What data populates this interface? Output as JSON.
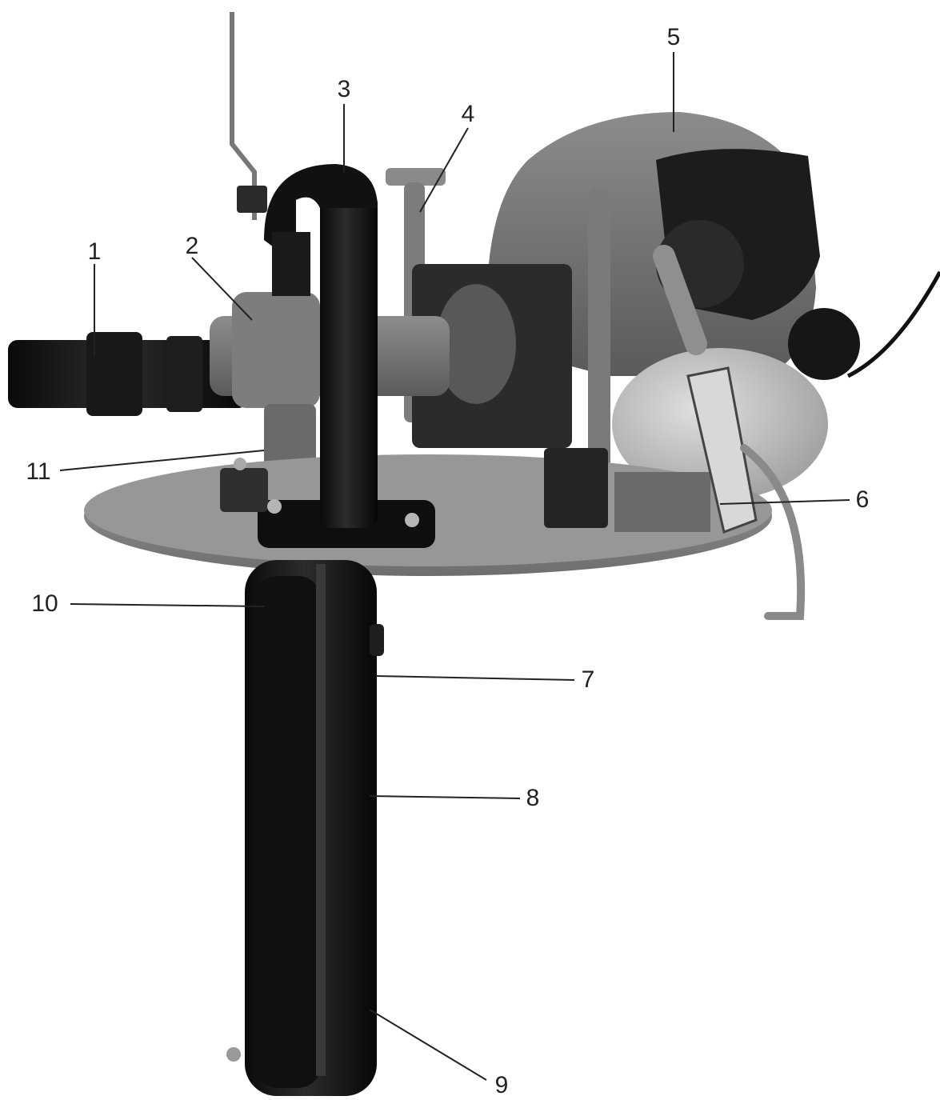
{
  "callouts": [
    {
      "id": "1",
      "label": "1"
    },
    {
      "id": "2",
      "label": "2"
    },
    {
      "id": "3",
      "label": "3"
    },
    {
      "id": "4",
      "label": "4"
    },
    {
      "id": "5",
      "label": "5"
    },
    {
      "id": "6",
      "label": "6"
    },
    {
      "id": "7",
      "label": "7"
    },
    {
      "id": "8",
      "label": "8"
    },
    {
      "id": "9",
      "label": "9"
    },
    {
      "id": "10",
      "label": "10"
    },
    {
      "id": "11",
      "label": "11"
    }
  ],
  "colors": {
    "metal_dark": "#141414",
    "metal_grey": "#6f6f6f",
    "plate": "#8a8a8a",
    "engine_body": "#5e5e5e",
    "tank": "#bdbdbd",
    "background": "#ffffff"
  }
}
